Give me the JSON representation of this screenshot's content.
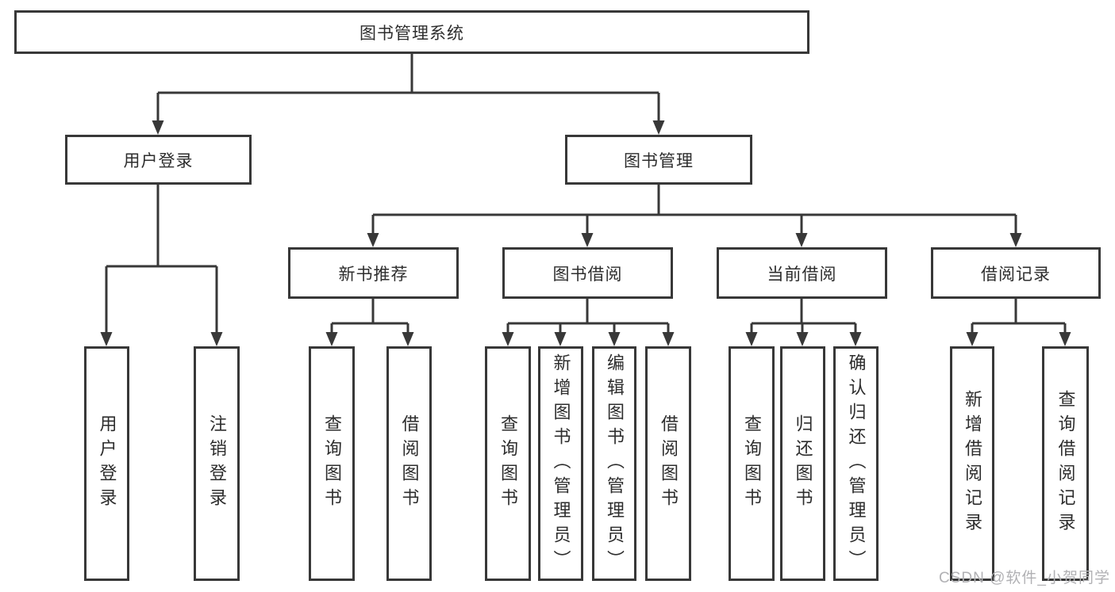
{
  "diagram": {
    "type": "hierarchy-tree",
    "colors": {
      "line": "#383838",
      "box_border": "#383838",
      "box_background": "#ffffff",
      "text": "#2d2d2d",
      "watermark": "#b1b1b4"
    },
    "nodes": {
      "root": {
        "label": "图书管理系统"
      },
      "user_login": {
        "label": "用户登录"
      },
      "book_mgmt": {
        "label": "图书管理"
      },
      "new_book_rec": {
        "label": "新书推荐"
      },
      "book_borrow": {
        "label": "图书借阅"
      },
      "current_borrow": {
        "label": "当前借阅"
      },
      "borrow_records": {
        "label": "借阅记录"
      },
      "leaf_user_login": {
        "label": "用户登录"
      },
      "leaf_logout": {
        "label": "注销登录"
      },
      "leaf_query_book_1": {
        "label": "查询图书"
      },
      "leaf_borrow_book_1": {
        "label": "借阅图书"
      },
      "leaf_query_book_2": {
        "label": "查询图书"
      },
      "leaf_add_book": {
        "label": "新增图书（管理员）"
      },
      "leaf_edit_book": {
        "label": "编辑图书（管理员）"
      },
      "leaf_borrow_book_2": {
        "label": "借阅图书"
      },
      "leaf_query_book_3": {
        "label": "查询图书"
      },
      "leaf_return_book": {
        "label": "归还图书"
      },
      "leaf_confirm_return": {
        "label": "确认归还（管理员）"
      },
      "leaf_add_record": {
        "label": "新增借阅记录"
      },
      "leaf_query_record": {
        "label": "查询借阅记录"
      }
    },
    "edges": [
      "root -> user_login",
      "root -> book_mgmt",
      "user_login -> leaf_user_login",
      "user_login -> leaf_logout",
      "book_mgmt -> new_book_rec",
      "book_mgmt -> book_borrow",
      "book_mgmt -> current_borrow",
      "book_mgmt -> borrow_records",
      "new_book_rec -> leaf_query_book_1",
      "new_book_rec -> leaf_borrow_book_1",
      "book_borrow -> leaf_query_book_2",
      "book_borrow -> leaf_add_book",
      "book_borrow -> leaf_edit_book",
      "book_borrow -> leaf_borrow_book_2",
      "current_borrow -> leaf_query_book_3",
      "current_borrow -> leaf_return_book",
      "current_borrow -> leaf_confirm_return",
      "borrow_records -> leaf_add_record",
      "borrow_records -> leaf_query_record"
    ],
    "watermark": "CSDN @软件_小贺同学"
  }
}
